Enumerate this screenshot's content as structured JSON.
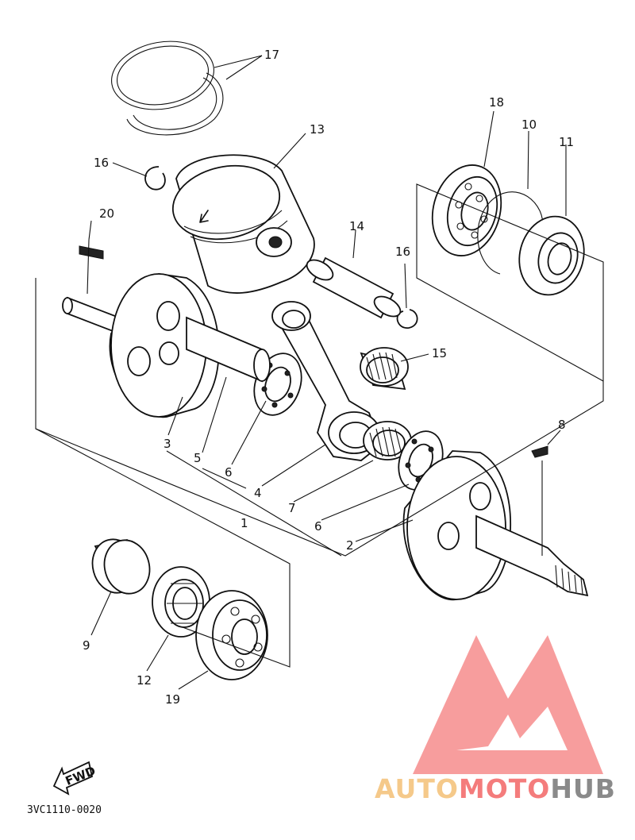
{
  "diagram": {
    "drawing_code": "3VC1110-0020",
    "fwd_label": "FWD",
    "callouts": {
      "c1": "1",
      "c2": "2",
      "c3": "3",
      "c4": "4",
      "c5": "5",
      "c6a": "6",
      "c6b": "6",
      "c7": "7",
      "c8": "8",
      "c9": "9",
      "c10": "10",
      "c11": "11",
      "c12": "12",
      "c13": "13",
      "c14": "14",
      "c15": "15",
      "c16a": "16",
      "c16b": "16",
      "c17": "17",
      "c18": "18",
      "c19": "19",
      "c20": "20"
    }
  },
  "watermark": {
    "brand_auto": "AUTO",
    "brand_moto": "MOTO",
    "brand_hub": "HUB",
    "colors": {
      "auto": "#f5c98a",
      "moto": "#f47c7c",
      "hub": "#8a8a8a",
      "logo": "#f47c7c"
    }
  }
}
